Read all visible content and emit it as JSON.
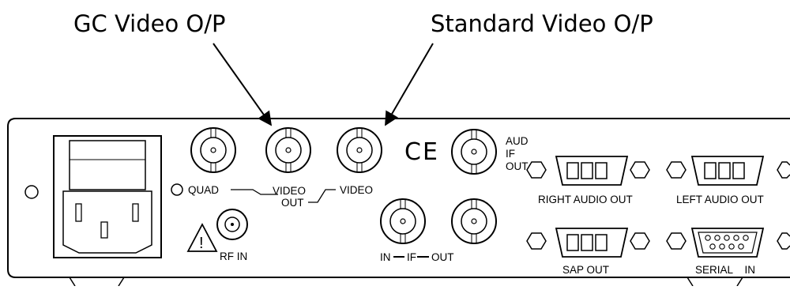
{
  "callouts": {
    "gc_video": "GC Video O/P",
    "standard_video": "Standard Video O/P"
  },
  "panel": {
    "quad": "QUAD",
    "video_out_top": "VIDEO",
    "video_out_bottom": "OUT",
    "video": "VIDEO",
    "rf_in": "RF IN",
    "aud_1": "AUD",
    "aud_2": "IF",
    "aud_3": "OUT",
    "right_audio_out": "RIGHT AUDIO OUT",
    "left_audio_out": "LEFT AUDIO OUT",
    "if_in": "IN",
    "if_mid": "IF",
    "if_out": "OUT",
    "sap_out": "SAP OUT",
    "serial_in": "SERIAL    IN",
    "ce_mark": "CE",
    "warning_mark": "!"
  }
}
